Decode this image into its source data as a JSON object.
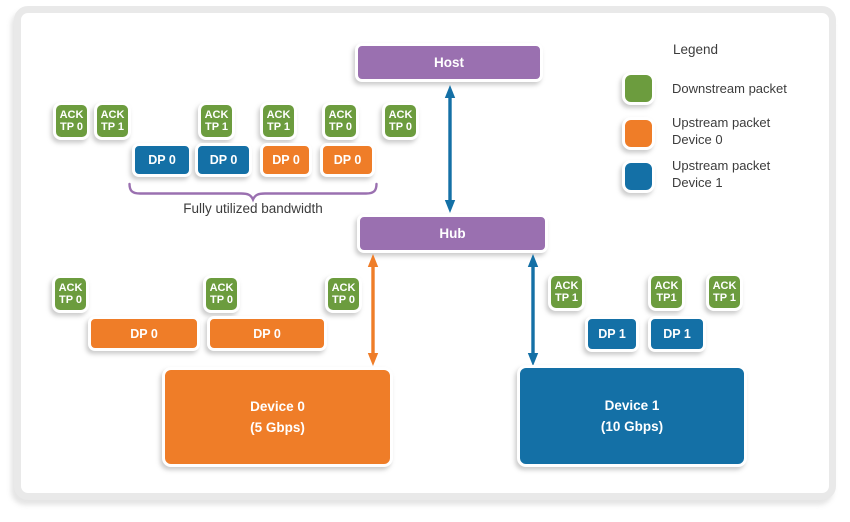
{
  "colors": {
    "purple": "#9a70b0",
    "green": "#6c9c3e",
    "blue": "#1470a6",
    "orange": "#ef7d28",
    "frame_border": "#e9e9e9",
    "label_text": "#3c3c3c"
  },
  "nodes": {
    "host": {
      "label": "Host"
    },
    "hub": {
      "label": "Hub"
    },
    "device0": {
      "name": "Device 0",
      "rate": "(5 Gbps)"
    },
    "device1": {
      "name": "Device 1",
      "rate": "(10 Gbps)"
    }
  },
  "host_link": {
    "acks": [
      {
        "l1": "ACK",
        "l2": "TP 0"
      },
      {
        "l1": "ACK",
        "l2": "TP 1"
      },
      {
        "l1": "ACK",
        "l2": "TP 1"
      },
      {
        "l1": "ACK",
        "l2": "TP 1"
      },
      {
        "l1": "ACK",
        "l2": "TP 0"
      },
      {
        "l1": "ACK",
        "l2": "TP 0"
      }
    ],
    "dps": [
      {
        "label": "DP 0",
        "color": "#1470a6"
      },
      {
        "label": "DP 0",
        "color": "#1470a6"
      },
      {
        "label": "DP 0",
        "color": "#ef7d28"
      },
      {
        "label": "DP 0",
        "color": "#ef7d28"
      }
    ],
    "brace_label": "Fully utilized bandwidth"
  },
  "device0_link": {
    "acks": [
      {
        "l1": "ACK",
        "l2": "TP 0"
      },
      {
        "l1": "ACK",
        "l2": "TP 0"
      },
      {
        "l1": "ACK",
        "l2": "TP 0"
      }
    ],
    "dps": [
      {
        "label": "DP 0",
        "color": "#ef7d28"
      },
      {
        "label": "DP 0",
        "color": "#ef7d28"
      }
    ]
  },
  "device1_link": {
    "acks": [
      {
        "l1": "ACK",
        "l2": "TP 1"
      },
      {
        "l1": "ACK",
        "l2": "TP1"
      },
      {
        "l1": "ACK",
        "l2": "TP 1"
      }
    ],
    "dps": [
      {
        "label": "DP 1",
        "color": "#1470a6"
      },
      {
        "label": "DP 1",
        "color": "#1470a6"
      }
    ]
  },
  "legend": {
    "title": "Legend",
    "items": [
      {
        "color": "#6c9c3e",
        "line1": "Downstream packet"
      },
      {
        "color": "#ef7d28",
        "line1": "Upstream packet",
        "line2": "Device 0"
      },
      {
        "color": "#1470a6",
        "line1": "Upstream packet",
        "line2": "Device 1"
      }
    ]
  }
}
